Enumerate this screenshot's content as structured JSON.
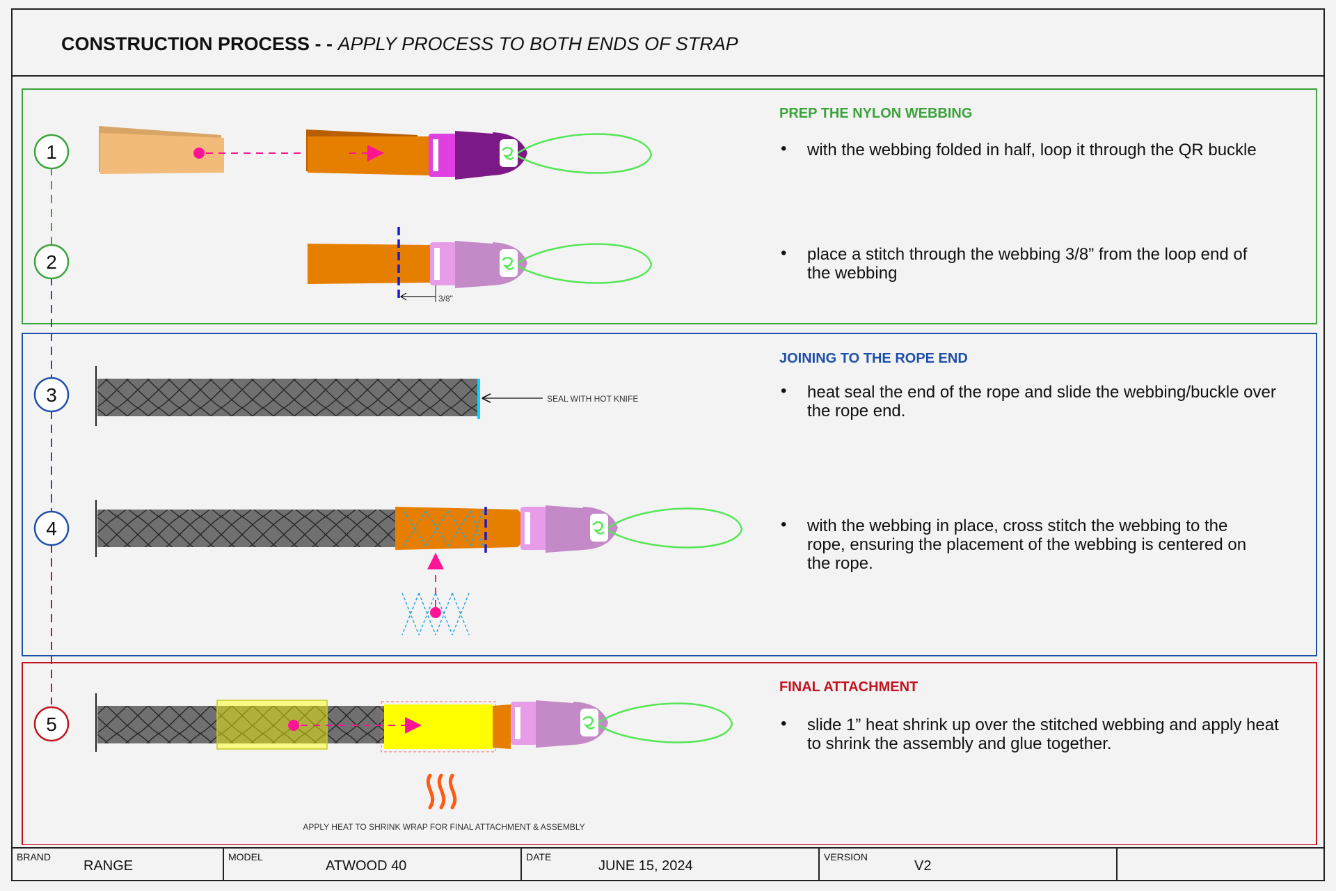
{
  "header": {
    "title_bold": "CONSTRUCTION PROCESS - -",
    "title_italic": "APPLY PROCESS TO BOTH ENDS OF STRAP"
  },
  "sections": {
    "prep": {
      "title": "PREP THE NYLON WEBBING",
      "color": "#3aa33a"
    },
    "joining": {
      "title": "JOINING TO THE ROPE END",
      "color": "#1e4fa8"
    },
    "final": {
      "title": "FINAL ATTACHMENT",
      "color": "#c1121f"
    }
  },
  "steps": [
    {
      "number": "1",
      "text": "with the webbing folded in half, loop it through the QR buckle"
    },
    {
      "number": "2",
      "text": "place a stitch through the webbing 3/8” from the loop end of the webbing"
    },
    {
      "number": "3",
      "text": "heat seal the end of the rope and slide the webbing/buckle over the rope end."
    },
    {
      "number": "4",
      "text": "with the webbing in place, cross stitch the webbing to the rope, ensuring the placement of the webbing is centered on the rope."
    },
    {
      "number": "5",
      "text": "slide 1” heat shrink up over the stitched webbing and apply heat to shrink the assembly and glue together."
    }
  ],
  "annotations": {
    "dimension": "3/8\"",
    "seal": "SEAL WITH HOT KNIFE",
    "heat": "APPLY HEAT TO SHRINK WRAP FOR FINAL ATTACHMENT & ASSEMBLY"
  },
  "footer": {
    "brand_label": "BRAND",
    "brand": "RANGE",
    "model_label": "MODEL",
    "model": "ATWOOD 40",
    "date_label": "DATE",
    "date": "JUNE 15, 2024",
    "version_label": "VERSION",
    "version": "V2"
  },
  "colors": {
    "webbing": "#e67e00",
    "webbing_light": "#f2bb7a",
    "buckle": "#7b1a86",
    "buckle_light": "#c48ac8",
    "buckle_accent": "#e040e0",
    "loop": "#55e655",
    "rope": "#6f6f6f",
    "arrow": "#ff1493",
    "stitch": "#1a1acc",
    "cross_stitch": "#29a8e0",
    "seal": "#00d8ff",
    "shrink": "#ffff00",
    "heat": "#ff5a14"
  }
}
